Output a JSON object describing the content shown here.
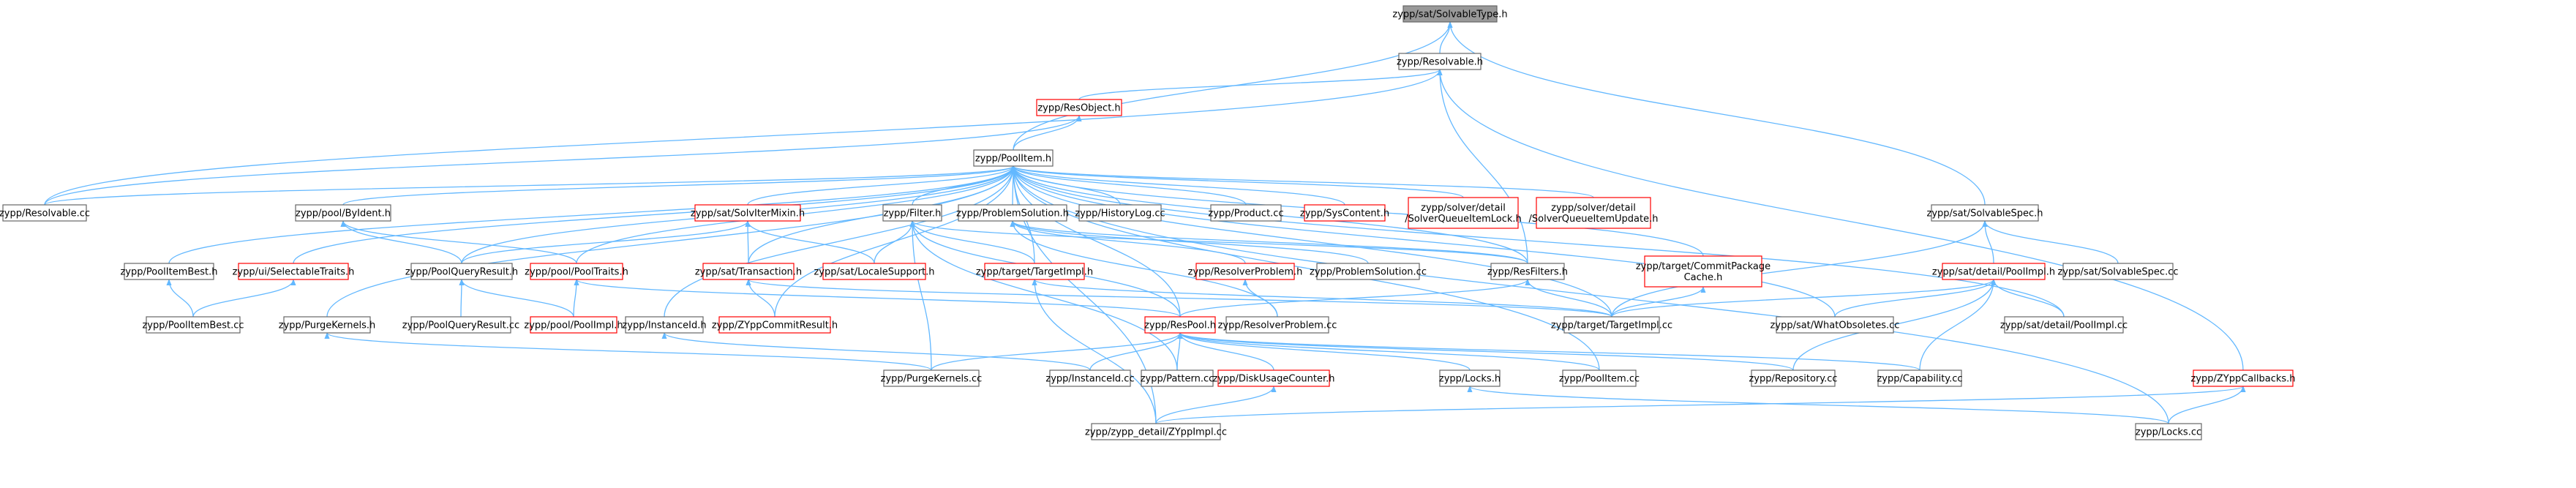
{
  "colors": {
    "edge": "#63b8ff",
    "node_normal_border": "#666666",
    "node_missing_border": "#ff0000",
    "node_root_fill": "#999999",
    "node_fill": "#ffffff",
    "text": "#000000"
  },
  "diagram": {
    "nodes": [
      {
        "id": "solvabletype",
        "label": "zypp/sat/SolvableType.h",
        "style": "root"
      },
      {
        "id": "resolvable_h",
        "label": "zypp/Resolvable.h",
        "style": "normal"
      },
      {
        "id": "resobject_h",
        "label": "zypp/ResObject.h",
        "style": "missing"
      },
      {
        "id": "poolitem_h",
        "label": "zypp/PoolItem.h",
        "style": "normal"
      },
      {
        "id": "resolvable_cc",
        "label": "zypp/Resolvable.cc",
        "style": "normal"
      },
      {
        "id": "solvablespec_h",
        "label": "zypp/sat/SolvableSpec.h",
        "style": "normal"
      },
      {
        "id": "poolitembest_h",
        "label": "zypp/PoolItemBest.h",
        "style": "normal"
      },
      {
        "id": "byident_h",
        "label": "zypp/pool/ByIdent.h",
        "style": "normal"
      },
      {
        "id": "solvitermaixin_h",
        "label": "zypp/sat/SolvIterMixin.h",
        "style": "missing"
      },
      {
        "id": "filter_h",
        "label": "zypp/Filter.h",
        "style": "normal"
      },
      {
        "id": "problemsolution_h",
        "label": "zypp/ProblemSolution.h",
        "style": "normal"
      },
      {
        "id": "historylog_cc",
        "label": "zypp/HistoryLog.cc",
        "style": "normal"
      },
      {
        "id": "product_cc",
        "label": "zypp/Product.cc",
        "style": "normal"
      },
      {
        "id": "syscontent_h",
        "label": "zypp/SysContent.h",
        "style": "missing"
      },
      {
        "id": "sqlock_h",
        "label": "zypp/solver/detail/SolverQueueItemLock.h",
        "style": "missing",
        "lines": [
          "zypp/solver/detail",
          "/SolverQueueItemLock.h"
        ]
      },
      {
        "id": "squpdate_h",
        "label": "zypp/solver/detail/SolverQueueItemUpdate.h",
        "style": "missing",
        "lines": [
          "zypp/solver/detail",
          "/SolverQueueItemUpdate.h"
        ]
      },
      {
        "id": "poolitembest_cc",
        "label": "zypp/PoolItemBest.cc",
        "style": "normal"
      },
      {
        "id": "selectabletraits_h",
        "label": "zypp/ui/SelectableTraits.h",
        "style": "missing"
      },
      {
        "id": "poolqueryresult_h",
        "label": "zypp/PoolQueryResult.h",
        "style": "normal"
      },
      {
        "id": "pooltraits_h",
        "label": "zypp/pool/PoolTraits.h",
        "style": "missing"
      },
      {
        "id": "transaction_h",
        "label": "zypp/sat/Transaction.h",
        "style": "missing"
      },
      {
        "id": "localesupport_h",
        "label": "zypp/sat/LocaleSupport.h",
        "style": "missing"
      },
      {
        "id": "targetimpl_h",
        "label": "zypp/target/TargetImpl.h",
        "style": "missing"
      },
      {
        "id": "resolverproblem_h",
        "label": "zypp/ResolverProblem.h",
        "style": "missing"
      },
      {
        "id": "problemsolution_cc",
        "label": "zypp/ProblemSolution.cc",
        "style": "normal"
      },
      {
        "id": "resfilters_h",
        "label": "zypp/ResFilters.h",
        "style": "normal"
      },
      {
        "id": "commitpackagecache_h",
        "label": "zypp/target/CommitPackageCache.h",
        "style": "missing",
        "lines": [
          "zypp/target/CommitPackage",
          "Cache.h"
        ]
      },
      {
        "id": "poolimpl_h",
        "label": "zypp/sat/detail/PoolImpl.h",
        "style": "missing"
      },
      {
        "id": "solvablespec_cc",
        "label": "zypp/sat/SolvableSpec.cc",
        "style": "normal"
      },
      {
        "id": "purgekernels_h",
        "label": "zypp/PurgeKernels.h",
        "style": "normal"
      },
      {
        "id": "poolqueryresult_cc",
        "label": "zypp/PoolQueryResult.cc",
        "style": "normal"
      },
      {
        "id": "poolimpl_pool_h",
        "label": "zypp/pool/PoolImpl.h",
        "style": "missing"
      },
      {
        "id": "instanceid_h",
        "label": "zypp/InstanceId.h",
        "style": "normal"
      },
      {
        "id": "zyppcommitresult_h",
        "label": "zypp/ZYppCommitResult.h",
        "style": "missing"
      },
      {
        "id": "respool_h",
        "label": "zypp/ResPool.h",
        "style": "missing"
      },
      {
        "id": "resolverproblem_cc",
        "label": "zypp/ResolverProblem.cc",
        "style": "normal"
      },
      {
        "id": "targetimpl_cc",
        "label": "zypp/target/TargetImpl.cc",
        "style": "normal"
      },
      {
        "id": "whatobsoletes_cc",
        "label": "zypp/sat/WhatObsoletes.cc",
        "style": "normal"
      },
      {
        "id": "poolimpl_cc",
        "label": "zypp/sat/detail/PoolImpl.cc",
        "style": "normal"
      },
      {
        "id": "purgekernels_cc",
        "label": "zypp/PurgeKernels.cc",
        "style": "normal"
      },
      {
        "id": "instanceid_cc",
        "label": "zypp/InstanceId.cc",
        "style": "normal"
      },
      {
        "id": "pattern_cc",
        "label": "zypp/Pattern.cc",
        "style": "normal"
      },
      {
        "id": "diskusagecounter_h",
        "label": "zypp/DiskUsageCounter.h",
        "style": "missing"
      },
      {
        "id": "locks_h",
        "label": "zypp/Locks.h",
        "style": "normal"
      },
      {
        "id": "poolitem_cc",
        "label": "zypp/PoolItem.cc",
        "style": "normal"
      },
      {
        "id": "repository_cc",
        "label": "zypp/Repository.cc",
        "style": "normal"
      },
      {
        "id": "capability_cc",
        "label": "zypp/Capability.cc",
        "style": "normal"
      },
      {
        "id": "zyppcallbacks_h",
        "label": "zypp/ZYppCallbacks.h",
        "style": "missing"
      },
      {
        "id": "zyppimpl_cc",
        "label": "zypp/zypp_detail/ZYppImpl.cc",
        "style": "normal"
      },
      {
        "id": "locks_cc",
        "label": "zypp/Locks.cc",
        "style": "normal"
      }
    ]
  }
}
